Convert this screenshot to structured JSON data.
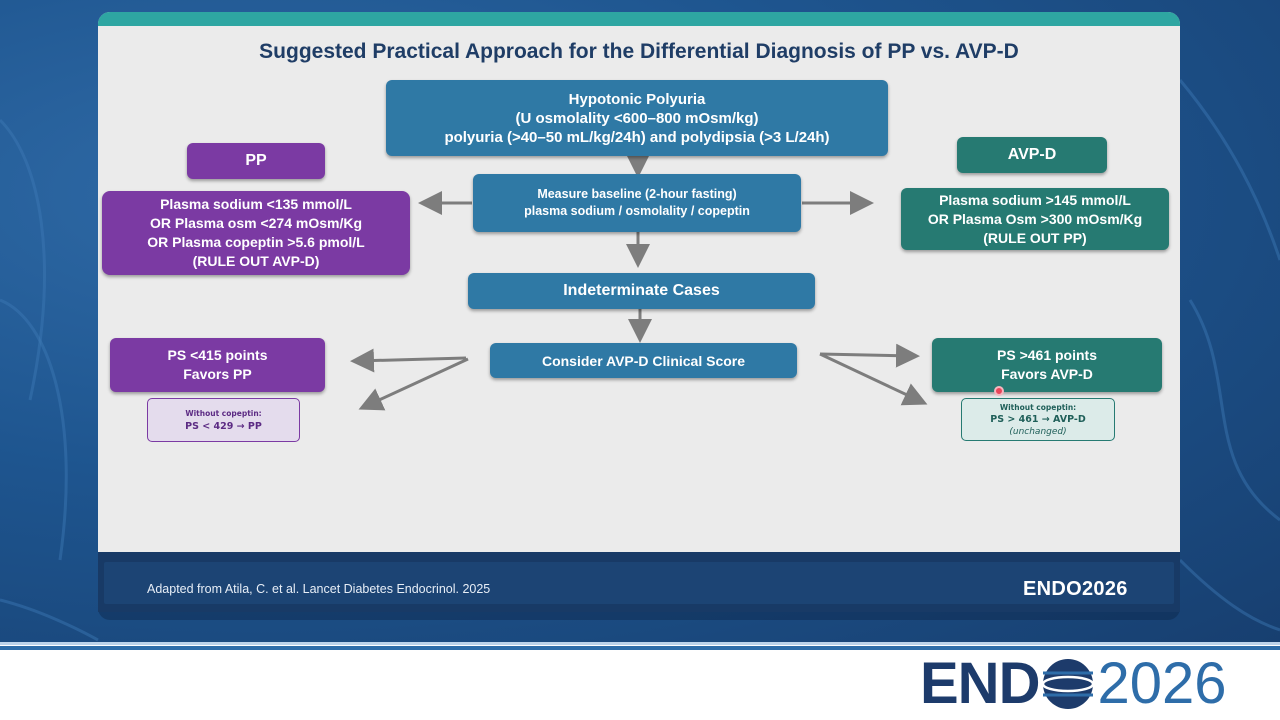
{
  "slide": {
    "title": "Suggested Practical Approach for the Differential Diagnosis of PP vs. AVP-D",
    "citation": "Adapted from Atila, C. et al. Lancet Diabetes Endocrinol. 2025",
    "footer_brand": "ENDO2026"
  },
  "flowchart": {
    "top_box": {
      "line1": "Hypotonic Polyuria",
      "line2": "(U osmolality <600–800 mOsm/kg)",
      "line3": "polyuria (>40–50 mL/kg/24h) and polydipsia (>3 L/24h)"
    },
    "measure_box": {
      "line1": "Measure baseline (2-hour fasting)",
      "line2": "plasma sodium / osmolality / copeptin"
    },
    "pp_label": "PP",
    "avpd_label": "AVP-D",
    "pp_criteria": {
      "line1": "Plasma sodium <135 mmol/L",
      "line2": "OR Plasma osm <274 mOsm/Kg",
      "line3": "OR Plasma copeptin >5.6 pmol/L",
      "line4": "(RULE OUT AVP-D)"
    },
    "avpd_criteria": {
      "line1": "Plasma sodium >145 mmol/L",
      "line2": "OR Plasma Osm >300 mOsm/Kg",
      "line3": "(RULE OUT PP)"
    },
    "indeterminate": "Indeterminate Cases",
    "score_box": "Consider AVP-D Clinical Score",
    "ps_pp": {
      "line1": "PS <415 points",
      "line2": "Favors PP"
    },
    "ps_avpd": {
      "line1": "PS >461 points",
      "line2": "Favors AVP-D"
    },
    "note_pp": {
      "line1": "Without copeptin:",
      "line2": "PS < 429 → PP"
    },
    "note_avpd": {
      "line1": "Without copeptin:",
      "line2": "PS > 461 → AVP-D",
      "line3": "(unchanged)"
    }
  },
  "colors": {
    "blue_box": "#2f79a5",
    "purple_box": "#7b3aa3",
    "teal_box": "#267a72",
    "title": "#1f3d66",
    "accent_bar": "#2ea6a2"
  },
  "logo": {
    "text": "END",
    "year": "2026"
  }
}
